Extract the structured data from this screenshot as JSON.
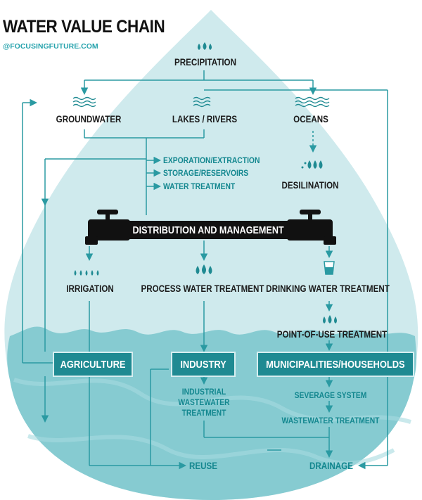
{
  "title": "WATER VALUE CHAIN",
  "handle": "@FOCUSINGFUTURE.COM",
  "nodes": {
    "precipitation": "PRECIPITATION",
    "groundwater": "GROUNDWATER",
    "lakes_rivers": "LAKES / RIVERS",
    "oceans": "OCEANS",
    "exploration": "EXPORATION/EXTRACTION",
    "storage": "STORAGE/RESERVOIRS",
    "water_treatment": "WATER TREATMENT",
    "desalination": "DESILINATION",
    "distribution": "DISTRIBUTION AND MANAGEMENT",
    "irrigation": "IRRIGATION",
    "process_water": "PROCESS WATER TREATMENT",
    "drinking_water": "DRINKING WATER TREATMENT",
    "point_of_use": "POINT-OF-USE TREATMENT",
    "agriculture": "AGRICULTURE",
    "industry": "INDUSTRY",
    "municipalities": "MUNICIPALITIES/HOUSEHOLDS",
    "industrial_ww_1": "INDUSTRIAL",
    "industrial_ww_2": "WASTEWATER",
    "industrial_ww_3": "TREATMENT",
    "severage": "SEVERAGE SYSTEM",
    "wastewater_treatment": "WASTEWATER TREATMENT",
    "reuse": "REUSE",
    "drainage": "DRAINAGE"
  },
  "colors": {
    "drop_light": "#cde9ec",
    "water": "#8fcfd4",
    "accent": "#1f8a92",
    "line": "#2a9aa2"
  }
}
